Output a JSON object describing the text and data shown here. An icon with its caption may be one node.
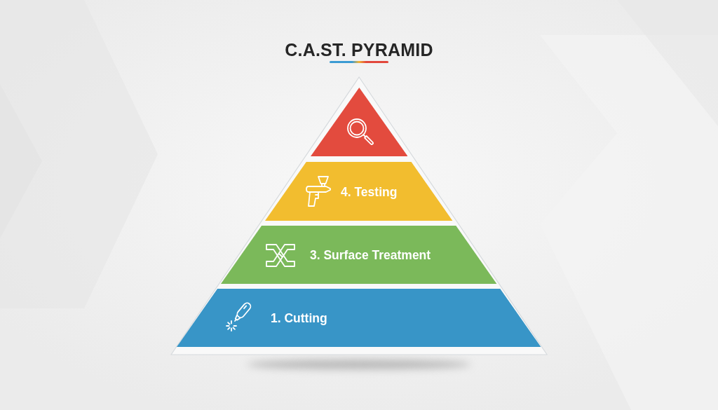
{
  "diagram": {
    "title": "C.A.ST. PYRAMID",
    "nodes": [
      {
        "text": [],
        "shape": "triangle"
      },
      {
        "text": [
          "4. Testing"
        ]
      },
      {
        "text": [
          "3. Surface Treatment"
        ]
      },
      {
        "text": [
          "1. Cutting"
        ]
      }
    ]
  }
}
